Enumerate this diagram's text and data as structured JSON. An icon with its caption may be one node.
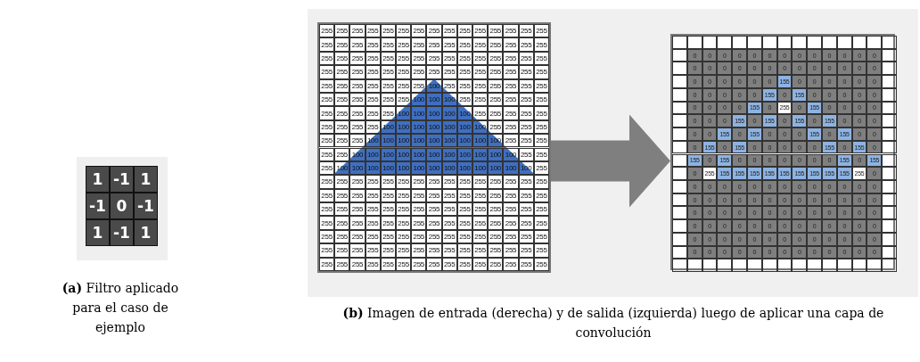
{
  "diagram": {
    "nodes": [
      {
        "text": [],
        "shape": "box"
      },
      {
        "text": [],
        "shape": "box"
      }
    ],
    "edges": [
      {
        "from": 0,
        "to": 1,
        "arrow": "to"
      }
    ],
    "labels": [
      "1",
      "-1",
      "1",
      "-1",
      "0",
      "-1",
      "1",
      "-1",
      "1",
      "255",
      "255",
      "255",
      "255",
      "255",
      "255",
      "255",
      "255",
      "255",
      "255",
      "255",
      "255",
      "255",
      "255",
      "255",
      "255",
      "255",
      "255",
      "255",
      "255",
      "255",
      "255",
      "255",
      "255",
      "255",
      "255",
      "255",
      "255",
      "255",
      "255",
      "255",
      "255",
      "255",
      "255",
      "255",
      "255",
      "255",
      "255",
      "255",
      "255",
      "255",
      "255",
      "255",
      "255",
      "255",
      "255",
      "255",
      "255",
      "255",
      "255",
      "255",
      "255",
      "255",
      "255",
      "255",
      "255",
      "255",
      "255",
      "255",
      "255",
      "255",
      "255",
      "255",
      "255",
      "255",
      "255",
      "255",
      "100",
      "255",
      "255",
      "255",
      "255",
      "255",
      "255",
      "255",
      "255",
      "255",
      "255",
      "255",
      "255",
      "255",
      "100",
      "100",
      "100",
      "255",
      "255",
      "255",
      "255",
      "255",
      "255",
      "255",
      "255",
      "255",
      "255",
      "255",
      "100",
      "100",
      "100",
      "100",
      "100",
      "255",
      "255",
      "255",
      "255",
      "255",
      "255",
      "255",
      "255",
      "255",
      "100",
      "100",
      "100",
      "100",
      "100",
      "100",
      "100",
      "255",
      "255",
      "255",
      "255",
      "255",
      "255",
      "255",
      "100",
      "100",
      "100",
      "100",
      "100",
      "100",
      "100",
      "100",
      "100",
      "255",
      "255",
      "255",
      "255",
      "255",
      "100",
      "100",
      "100",
      "100",
      "100",
      "100",
      "100",
      "100",
      "100",
      "100",
      "100",
      "255",
      "255",
      "255",
      "100",
      "100",
      "100",
      "100",
      "100",
      "100",
      "100",
      "100",
      "100",
      "100",
      "100",
      "100",
      "100",
      "255",
      "255",
      "255",
      "255",
      "255",
      "255",
      "255",
      "255",
      "255",
      "255",
      "255",
      "255",
      "255",
      "255",
      "255",
      "255",
      "255",
      "255",
      "255",
      "255",
      "255",
      "255",
      "255",
      "255",
      "255",
      "255",
      "255",
      "255",
      "255",
      "255",
      "255",
      "255",
      "255",
      "255",
      "255",
      "255",
      "255",
      "255",
      "255",
      "255",
      "255",
      "255",
      "255",
      "255",
      "255",
      "255",
      "255",
      "255",
      "255",
      "255",
      "255",
      "255",
      "255",
      "255",
      "255",
      "255",
      "255",
      "255",
      "255",
      "255",
      "255",
      "255",
      "255",
      "255",
      "255",
      "255",
      "255",
      "255",
      "255",
      "255",
      "255",
      "255",
      "255",
      "255",
      "255",
      "255",
      "255",
      "255",
      "255",
      "255",
      "255",
      "255",
      "255",
      "255",
      "255",
      "255",
      "255",
      "255",
      "255",
      "255",
      "255",
      "255",
      "255",
      "255",
      "255",
      "255",
      "255",
      "255",
      "255",
      "255",
      "255",
      "255",
      "255",
      "255",
      "255",
      "255",
      "0",
      "0",
      "0",
      "0",
      "0",
      "0",
      "0",
      "0",
      "0",
      "0",
      "0",
      "0",
      "0",
      "0",
      "0",
      "0",
      "0",
      "0",
      "0",
      "0",
      "0",
      "0",
      "0",
      "0",
      "0",
      "0",
      "0",
      "0",
      "0",
      "0",
      "0",
      "0",
      "155",
      "0",
      "0",
      "0",
      "0",
      "0",
      "0",
      "0",
      "0",
      "0",
      "0",
      "0",
      "155",
      "0",
      "155",
      "0",
      "0",
      "0",
      "0",
      "0",
      "0",
      "0",
      "0",
      "0",
      "155",
      "0",
      "255",
      "0",
      "155",
      "0",
      "0",
      "0",
      "0",
      "0",
      "0",
      "0",
      "155",
      "0",
      "155",
      "0",
      "155",
      "0",
      "155",
      "0",
      "0",
      "0",
      "0",
      "0",
      "155",
      "0",
      "155",
      "0",
      "0",
      "0",
      "155",
      "0",
      "155",
      "0",
      "0",
      "0",
      "155",
      "0",
      "155",
      "0",
      "0",
      "0",
      "0",
      "0",
      "155",
      "0",
      "155",
      "0",
      "155",
      "0",
      "155",
      "0",
      "0",
      "0",
      "0",
      "0",
      "0",
      "0",
      "155",
      "0",
      "155",
      "0",
      "255",
      "155",
      "155",
      "155",
      "155",
      "155",
      "155",
      "155",
      "155",
      "155",
      "255",
      "0",
      "0",
      "0",
      "0",
      "0",
      "0",
      "0",
      "0",
      "0",
      "0",
      "0",
      "0",
      "0",
      "0",
      "0",
      "0",
      "0",
      "0",
      "0",
      "0",
      "0",
      "0",
      "0",
      "0",
      "0",
      "0",
      "0",
      "0",
      "0",
      "0",
      "0",
      "0",
      "0",
      "0",
      "0",
      "0",
      "0",
      "0",
      "0",
      "0",
      "0",
      "0",
      "0",
      "0",
      "0",
      "0",
      "0",
      "0",
      "0",
      "0",
      "0",
      "0",
      "0",
      "0",
      "0",
      "0",
      "0",
      "0",
      "0",
      "0",
      "0",
      "0",
      "0",
      "0",
      "0",
      "0",
      "0",
      "0",
      "0",
      "0",
      "0",
      "0",
      "0",
      "0",
      "0",
      "0",
      "0",
      "0",
      "0",
      "**(a)** Filtro aplicado para el caso de ejemplo",
      "**(b)** Imagen de entrada (derecha) y de salida (izquierda) luego de aplicar una capa de convolución"
    ]
  }
}
